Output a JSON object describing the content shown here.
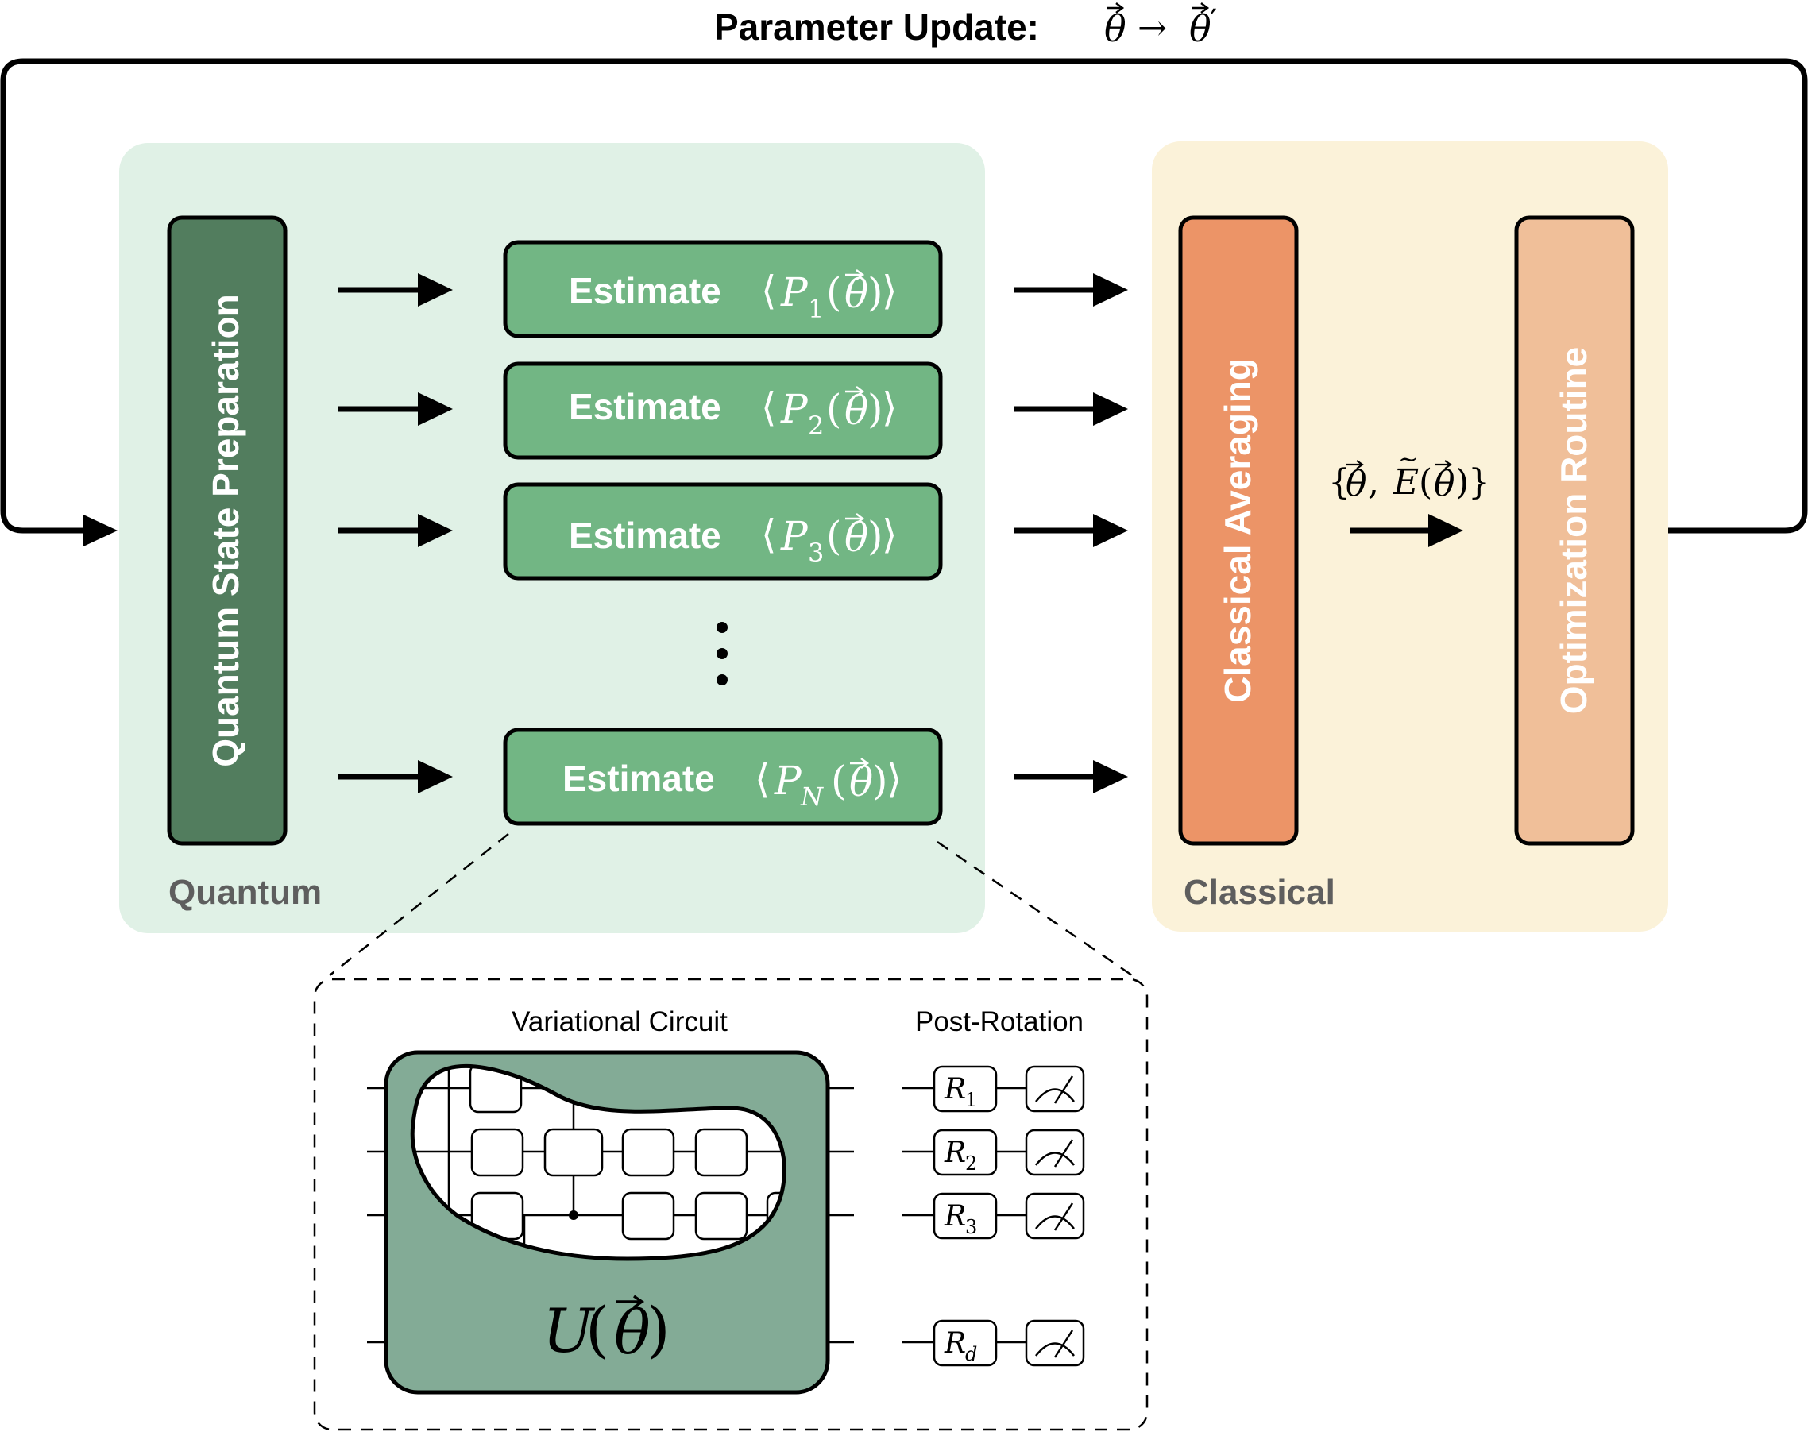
{
  "top_label": {
    "text": "Parameter Update:",
    "math": "θ⃗ → θ⃗′",
    "theta": "θ",
    "arrow": "→",
    "prime": "′"
  },
  "regions": {
    "quantum": {
      "label": "Quantum",
      "fill": "#e0f1e6"
    },
    "classical": {
      "label": "Classical",
      "fill": "#fbf2d9"
    }
  },
  "blocks": {
    "state_prep": {
      "label": "Quantum State Preparation",
      "fill": "#527d5e"
    },
    "classical_averaging": {
      "label": "Classical Averaging",
      "fill": "#ec9467"
    },
    "optimization": {
      "label": "Optimization Routine",
      "fill": "#f0bf99"
    }
  },
  "estimate_boxes": [
    {
      "word": "Estimate",
      "sub": "1"
    },
    {
      "word": "Estimate",
      "sub": "2"
    },
    {
      "word": "Estimate",
      "sub": "3"
    },
    {
      "word": "Estimate",
      "sub": "N"
    }
  ],
  "estimate_glyphs": {
    "lang": "⟨",
    "rang": "⟩",
    "P": "P",
    "lp": "(",
    "rp": ")",
    "theta": "θ"
  },
  "estimate_fill": "#72b684",
  "ellipsis": "⋮",
  "pair_label": {
    "text": "{θ⃗, Ẽ(θ⃗)}",
    "lb": "{",
    "rb": "}",
    "theta": "θ",
    "comma": ",",
    "E": "E",
    "tilde": "~",
    "lp": "(",
    "rp": ")"
  },
  "inset": {
    "variational_title": "Variational Circuit",
    "post_rotation_title": "Post-Rotation",
    "unitary": {
      "U": "U",
      "lp": "(",
      "rp": ")",
      "theta": "θ"
    },
    "unitary_fill": "#83ab96",
    "rotations": [
      {
        "R": "R",
        "sub": "1"
      },
      {
        "R": "R",
        "sub": "2"
      },
      {
        "R": "R",
        "sub": "3"
      },
      {
        "R": "R",
        "sub": "d"
      }
    ]
  }
}
